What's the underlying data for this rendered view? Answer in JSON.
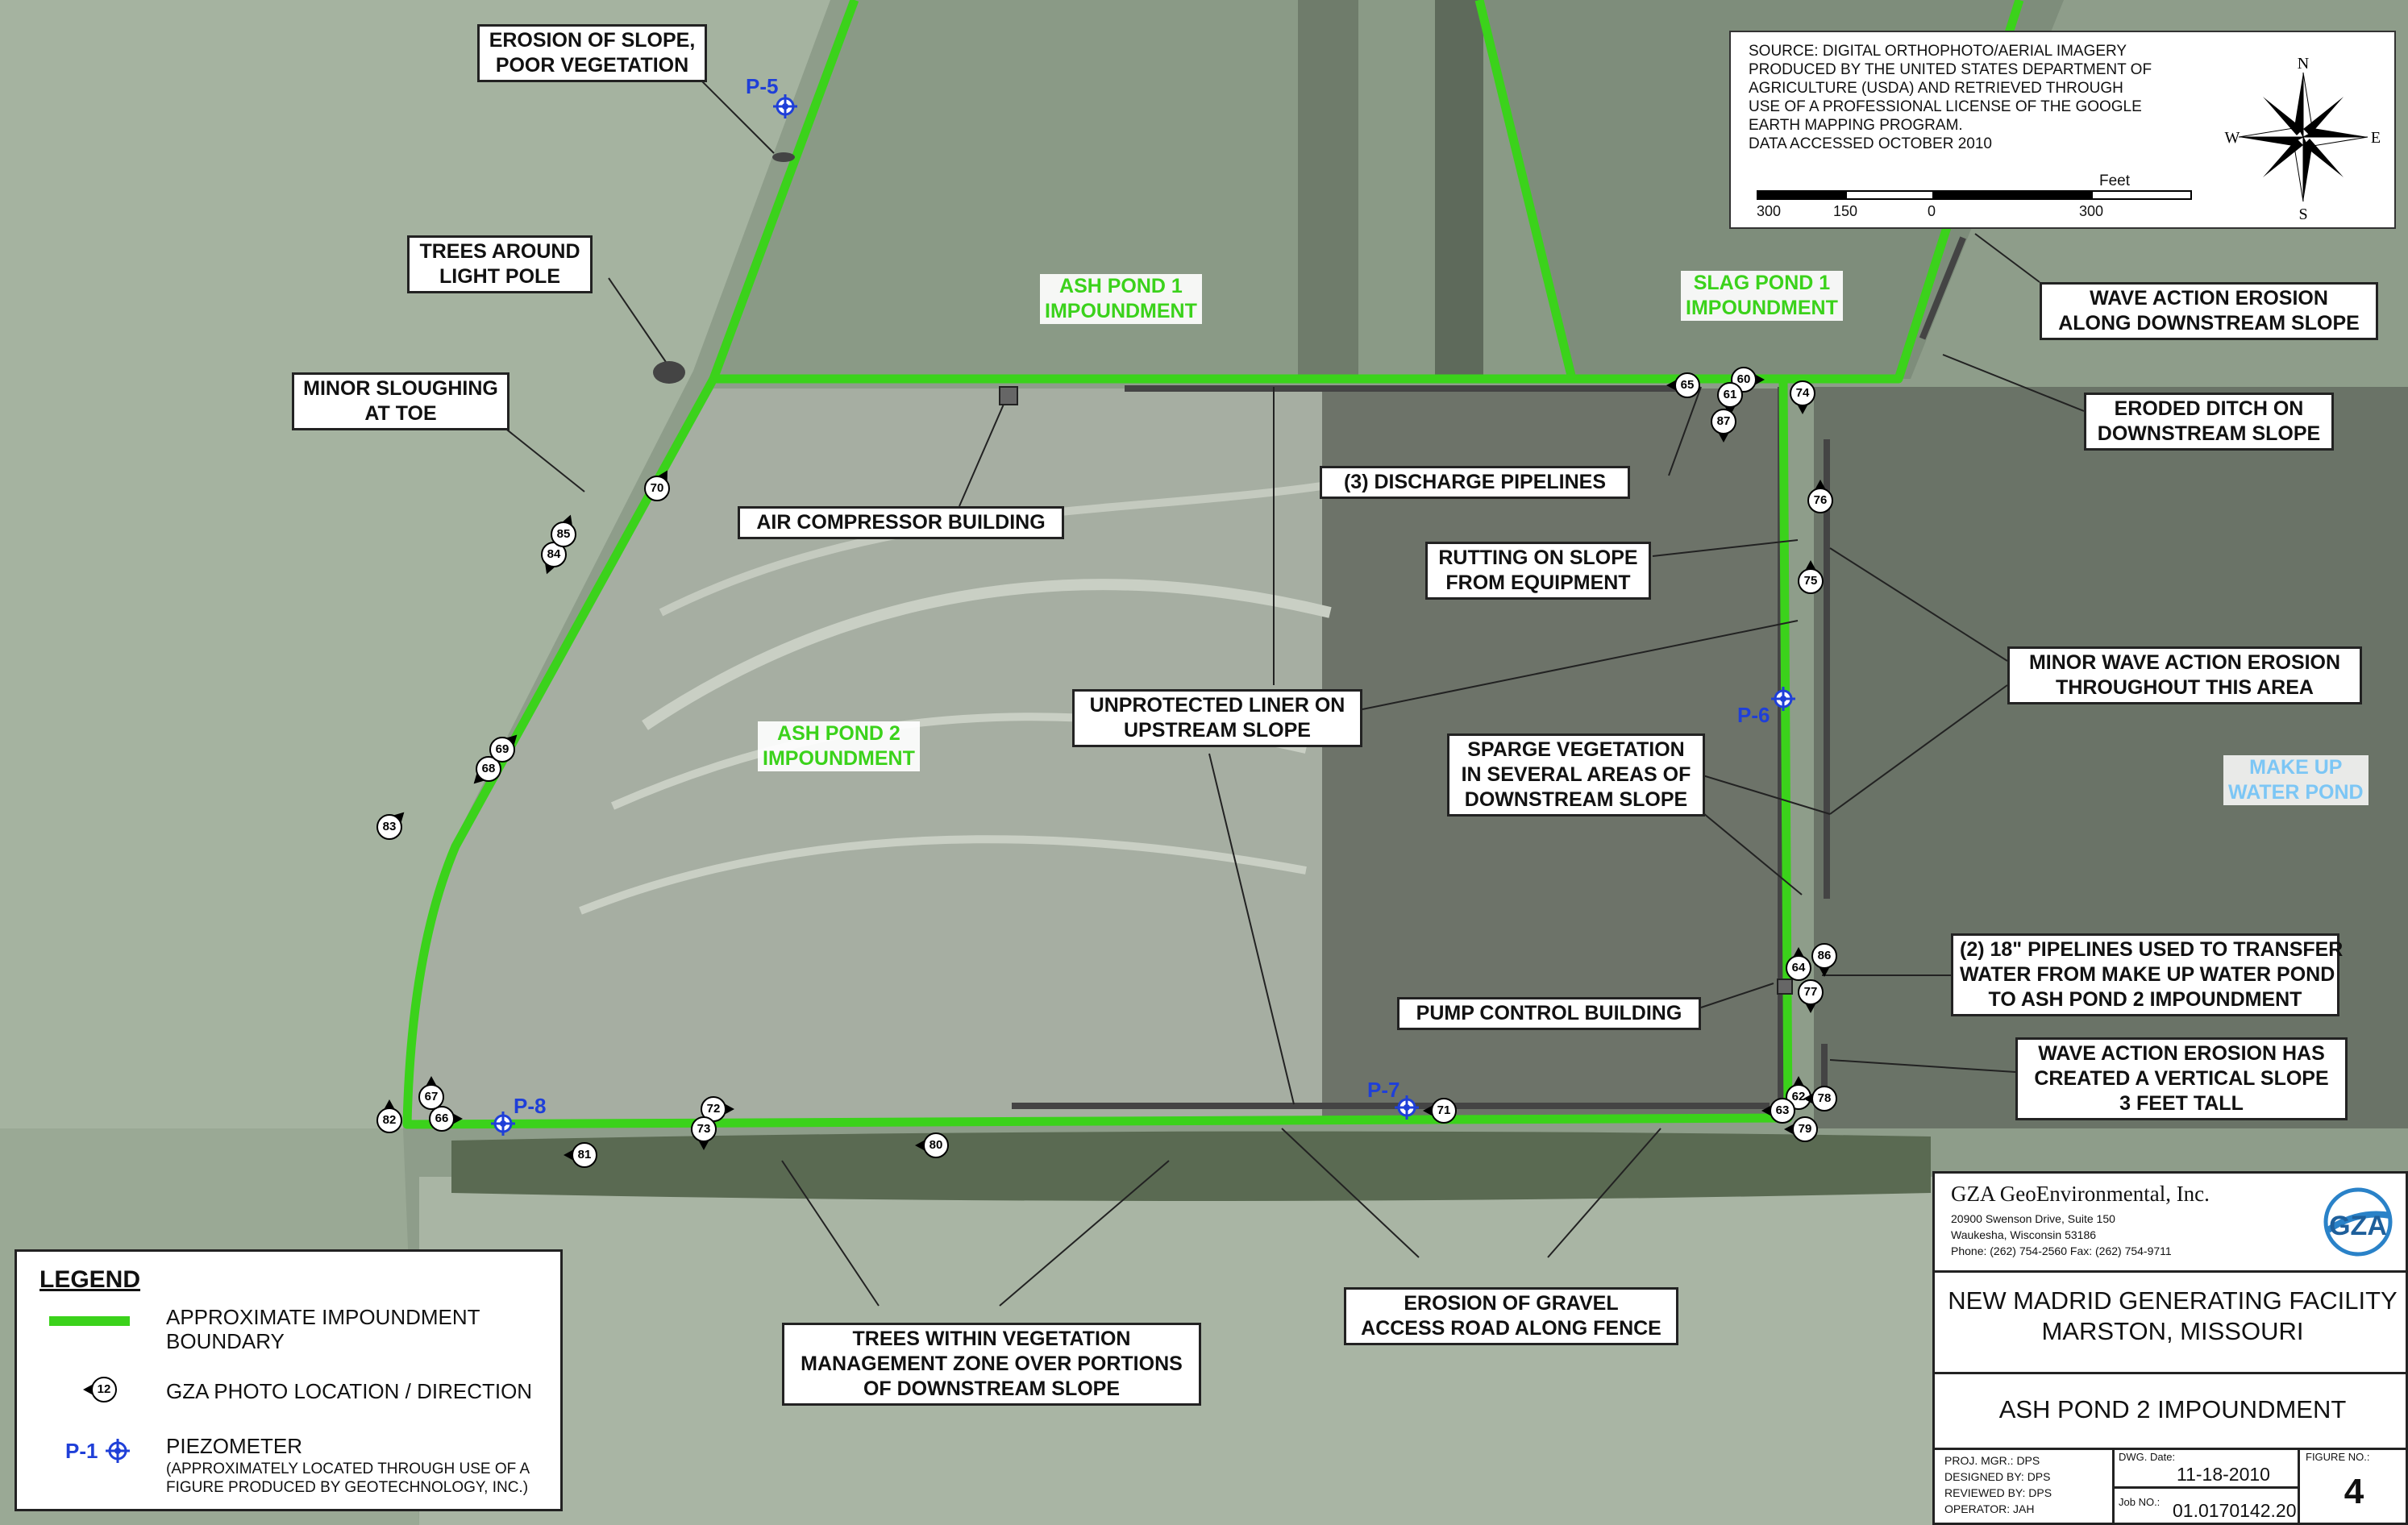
{
  "colors": {
    "boundary": "#3bd21b",
    "piezometer": "#1f3fd8",
    "makeup_label": "#7cc6f5",
    "callout_border": "#222222"
  },
  "zones": {
    "ash_pond_1": "ASH POND 1\nIMPOUNDMENT",
    "slag_pond_1": "SLAG POND 1\nIMPOUNDMENT",
    "ash_pond_2": "ASH POND 2\nIMPOUNDMENT",
    "makeup_water_pond": "MAKE UP\nWATER POND"
  },
  "callouts": {
    "erosion_slope": "EROSION OF SLOPE,\nPOOR VEGETATION",
    "trees_light_pole": "TREES AROUND\nLIGHT POLE",
    "minor_sloughing": "MINOR SLOUGHING\nAT TOE",
    "air_compressor": "AIR COMPRESSOR BUILDING",
    "discharge_pipelines": "(3) DISCHARGE PIPELINES",
    "rutting": "RUTTING ON SLOPE\nFROM EQUIPMENT",
    "unprotected_liner": "UNPROTECTED LINER ON\nUPSTREAM SLOPE",
    "sparge_vegetation": "SPARGE VEGETATION\nIN SEVERAL AREAS OF\nDOWNSTREAM SLOPE",
    "minor_wave": "MINOR WAVE ACTION EROSION\nTHROUGHOUT THIS AREA",
    "wave_downstream": "WAVE ACTION EROSION\nALONG DOWNSTREAM SLOPE",
    "eroded_ditch": "ERODED DITCH ON\nDOWNSTREAM SLOPE",
    "pipelines_18": "(2) 18\" PIPELINES USED TO TRANSFER\nWATER FROM MAKE UP WATER POND\nTO ASH POND 2 IMPOUNDMENT",
    "pump_control": "PUMP CONTROL BUILDING",
    "wave_vertical": "WAVE ACTION EROSION HAS\nCREATED A VERTICAL SLOPE\n3 FEET TALL",
    "trees_vegetation": "TREES WITHIN VEGETATION\nMANAGEMENT ZONE OVER PORTIONS\nOF DOWNSTREAM SLOPE",
    "erosion_gravel": "EROSION OF GRAVEL\nACCESS ROAD ALONG FENCE"
  },
  "piezometers": [
    {
      "label": "P-5"
    },
    {
      "label": "P-6"
    },
    {
      "label": "P-7"
    },
    {
      "label": "P-8"
    }
  ],
  "photos": [
    {
      "n": "60",
      "dir": 90
    },
    {
      "n": "61",
      "dir": 180
    },
    {
      "n": "62",
      "dir": 0
    },
    {
      "n": "63",
      "dir": 270
    },
    {
      "n": "64",
      "dir": 0
    },
    {
      "n": "65",
      "dir": 270
    },
    {
      "n": "66",
      "dir": 90
    },
    {
      "n": "67",
      "dir": 0
    },
    {
      "n": "68",
      "dir": 225
    },
    {
      "n": "69",
      "dir": 45
    },
    {
      "n": "70",
      "dir": 30
    },
    {
      "n": "71",
      "dir": 270
    },
    {
      "n": "72",
      "dir": 90
    },
    {
      "n": "73",
      "dir": 180
    },
    {
      "n": "74",
      "dir": 180
    },
    {
      "n": "75",
      "dir": 0
    },
    {
      "n": "76",
      "dir": 0
    },
    {
      "n": "77",
      "dir": 180
    },
    {
      "n": "78",
      "dir": 270
    },
    {
      "n": "79",
      "dir": 270
    },
    {
      "n": "80",
      "dir": 270
    },
    {
      "n": "81",
      "dir": 270
    },
    {
      "n": "82",
      "dir": 0
    },
    {
      "n": "83",
      "dir": 45
    },
    {
      "n": "84",
      "dir": 200
    },
    {
      "n": "85",
      "dir": 20
    },
    {
      "n": "86",
      "dir": 180
    },
    {
      "n": "87",
      "dir": 180
    }
  ],
  "source": {
    "lines": [
      "SOURCE: DIGITAL ORTHOPHOTO/AERIAL IMAGERY",
      "PRODUCED BY THE UNITED STATES DEPARTMENT OF",
      "AGRICULTURE (USDA) AND RETRIEVED THROUGH",
      "USE OF A PROFESSIONAL LICENSE OF THE GOOGLE",
      "EARTH MAPPING PROGRAM.",
      "DATA ACCESSED OCTOBER 2010"
    ],
    "scale_unit": "Feet",
    "scale_ticks": [
      "300",
      "150",
      "0",
      "300"
    ],
    "compass": {
      "n": "N",
      "s": "S",
      "e": "E",
      "w": "W"
    }
  },
  "legend": {
    "title": "LEGEND",
    "boundary": "APPROXIMATE IMPOUNDMENT\nBOUNDARY",
    "photo_sample": "12",
    "photo": "GZA PHOTO LOCATION / DIRECTION",
    "piezometer_sample": "P-1",
    "piezometer": "PIEZOMETER",
    "piezometer_note": "(APPROXIMATELY LOCATED THROUGH USE OF A\nFIGURE PRODUCED BY GEOTECHNOLOGY, INC.)"
  },
  "titleblock": {
    "company": "GZA GeoEnvironmental, Inc.",
    "address1": "20900 Swenson Drive, Suite 150",
    "address2": "Waukesha, Wisconsin 53186",
    "phone": "Phone: (262) 754-2560   Fax: (262) 754-9711",
    "logo": "GZA",
    "facility": "NEW MADRID GENERATING FACILITY",
    "location": "MARSTON, MISSOURI",
    "drawing_title": "ASH POND 2 IMPOUNDMENT",
    "proj_mgr": "PROJ. MGR.: DPS",
    "designed_by": "DESIGNED BY: DPS",
    "reviewed_by": "REVIEWED BY: DPS",
    "operator": "OPERATOR: JAH",
    "dwg_date_label": "DWG. Date:",
    "dwg_date": "11-18-2010",
    "job_no_label": "Job NO.:",
    "job_no": "01.0170142.20",
    "figure_label": "FIGURE NO.:",
    "figure_no": "4"
  }
}
